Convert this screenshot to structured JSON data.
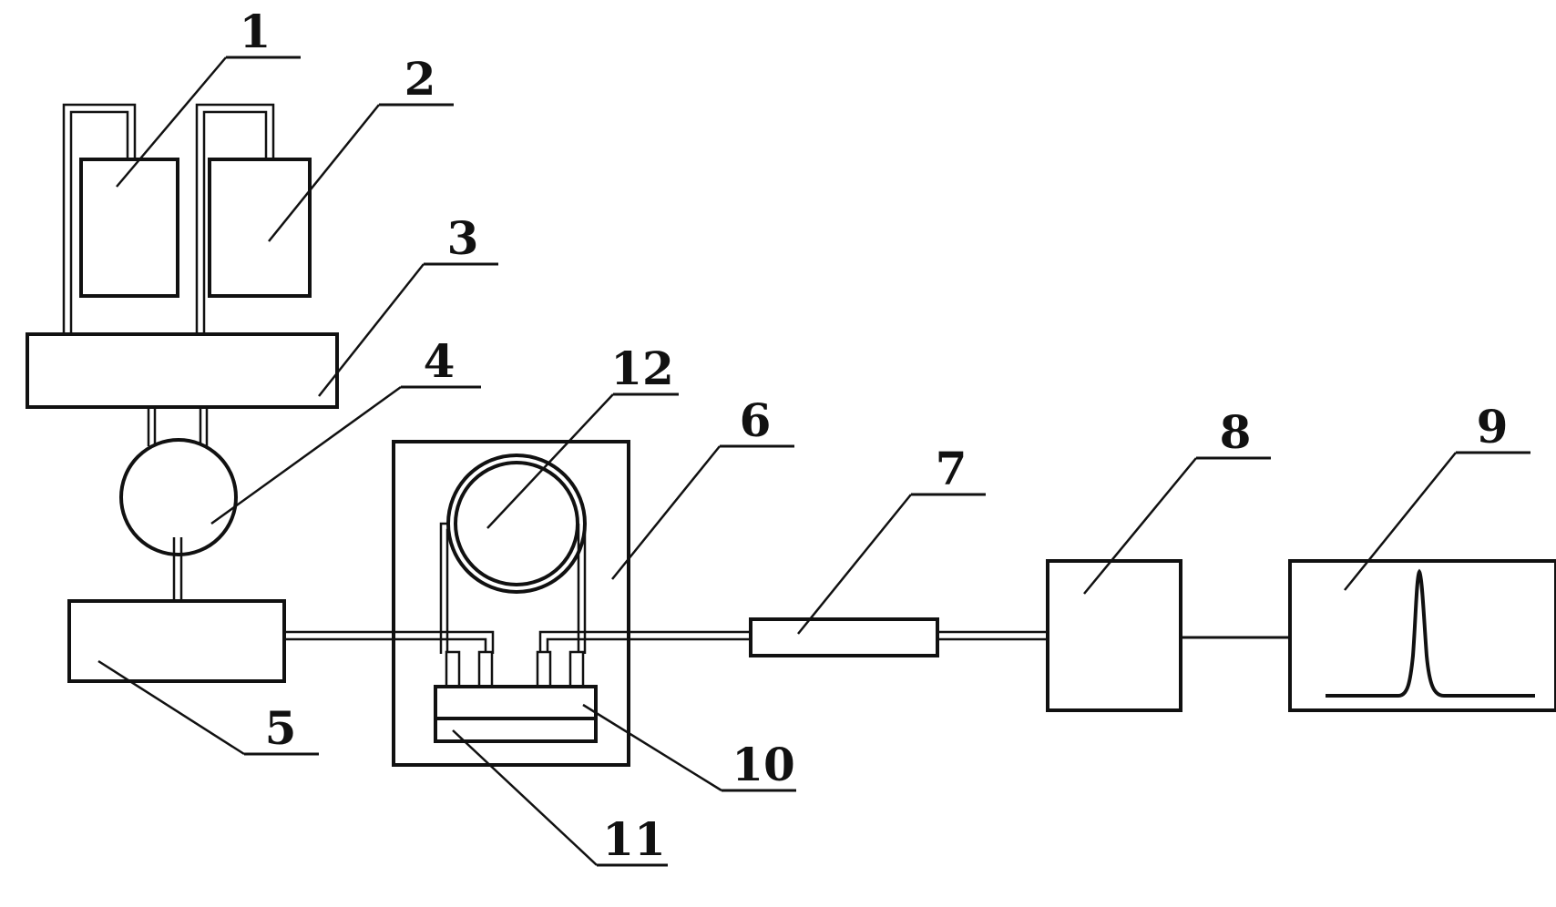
{
  "diagram": {
    "labels": {
      "n1": "1",
      "n2": "2",
      "n3": "3",
      "n4": "4",
      "n5": "5",
      "n6": "6",
      "n7": "7",
      "n8": "8",
      "n9": "9",
      "n10": "10",
      "n11": "11",
      "n12": "12"
    },
    "colors": {
      "stroke": "#111111",
      "background": "#ffffff"
    }
  }
}
